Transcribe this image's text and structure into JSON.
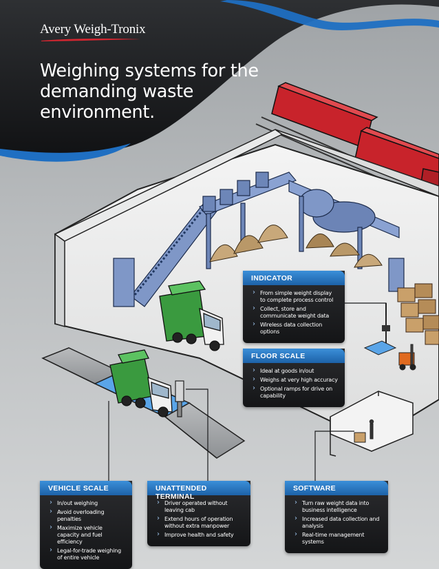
{
  "brand": {
    "name": "Avery Weigh-Tronix"
  },
  "headline": "Weighing systems for the demanding waste environment.",
  "callouts": {
    "indicator": {
      "title": "INDICATOR",
      "items": [
        "From simple weight display to complete process control",
        "Collect, store and communicate weight data",
        "Wireless data collection options"
      ]
    },
    "floor_scale": {
      "title": "FLOOR SCALE",
      "items": [
        "Ideal at goods in/out",
        "Weighs at very high accuracy",
        "Optional ramps for drive on capability"
      ]
    },
    "vehicle_scale": {
      "title": "VEHICLE SCALE",
      "items": [
        "In/out weighing",
        "Avoid overloading penalties",
        "Maximize vehicle capacity and fuel efficiency",
        "Legal-for-trade weighing of entire vehicle"
      ]
    },
    "unattended_terminal": {
      "title": "UNATTENDED TERMINAL",
      "items": [
        "Driver operated without leaving cab",
        "Extend hours of operation without extra manpower",
        "Improve health and safety"
      ]
    },
    "software": {
      "title": "SOFTWARE",
      "items": [
        "Turn raw weight data into business intelligence",
        "Increased data collection and analysis",
        "Real-time management systems"
      ]
    }
  },
  "colors": {
    "accent_blue": "#2f7fcf",
    "panel_dark": "#1a1b1d",
    "brand_red": "#d22630",
    "truck_green": "#3a9a3f",
    "railcar_red": "#c8232b"
  }
}
